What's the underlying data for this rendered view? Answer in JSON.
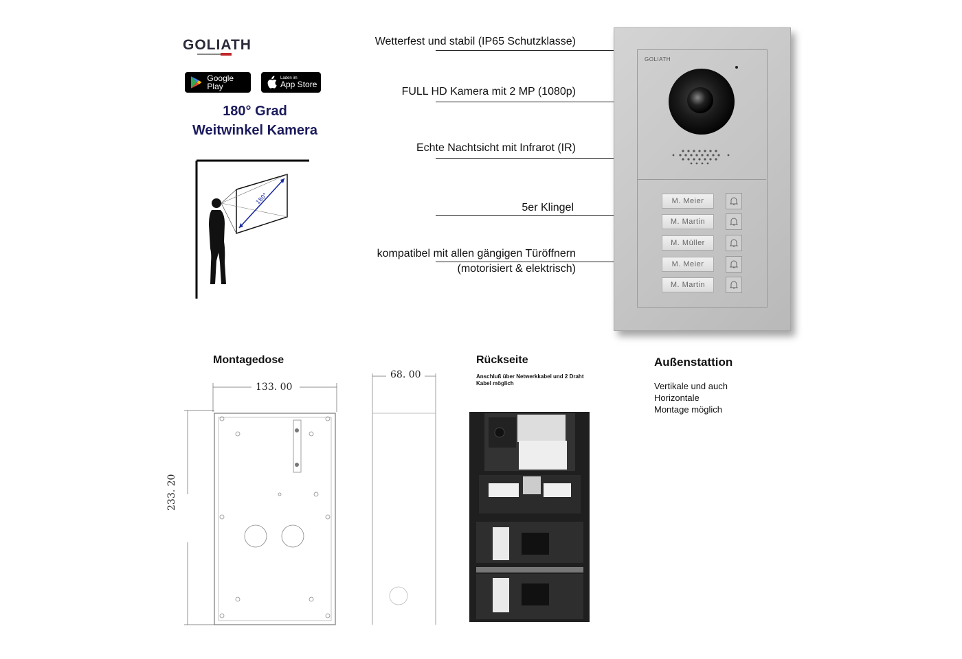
{
  "brand": {
    "logo": "GOLIATH"
  },
  "stores": {
    "google": {
      "label": "Google Play"
    },
    "apple": {
      "small": "Laden im",
      "label": "App Store"
    }
  },
  "camera_feature": {
    "line1": "180° Grad",
    "line2": "Weitwinkel Kamera",
    "diagram_angle": "180°"
  },
  "features": [
    {
      "text": "Wetterfest und stabil (IP65 Schutzklasse)"
    },
    {
      "text": "FULL HD Kamera mit 2 MP (1080p)"
    },
    {
      "text": "Echte Nachtsicht mit Infrarot (IR)"
    },
    {
      "text": "5er Klingel"
    },
    {
      "text": "kompatibel mit allen gängigen Türöffnern",
      "text2": "(motorisiert & elektrisch)"
    }
  ],
  "door_station": {
    "brand": "GOLIATH",
    "names": [
      "M. Meier",
      "M. Martin",
      "M. Müller",
      "M. Meier",
      "M. Martin"
    ]
  },
  "montagedose": {
    "title": "Montagedose",
    "width": "133. 00",
    "height": "233. 20",
    "depth": "68. 00"
  },
  "rueckseite": {
    "title": "Rückseite",
    "note": "Anschluß über Netwerkkabel und 2 Draht Kabel möglich"
  },
  "aussenstation": {
    "title": "Außenstattion",
    "lines": [
      "Vertikale und auch",
      "Horizontale",
      "Montage möglich"
    ]
  }
}
